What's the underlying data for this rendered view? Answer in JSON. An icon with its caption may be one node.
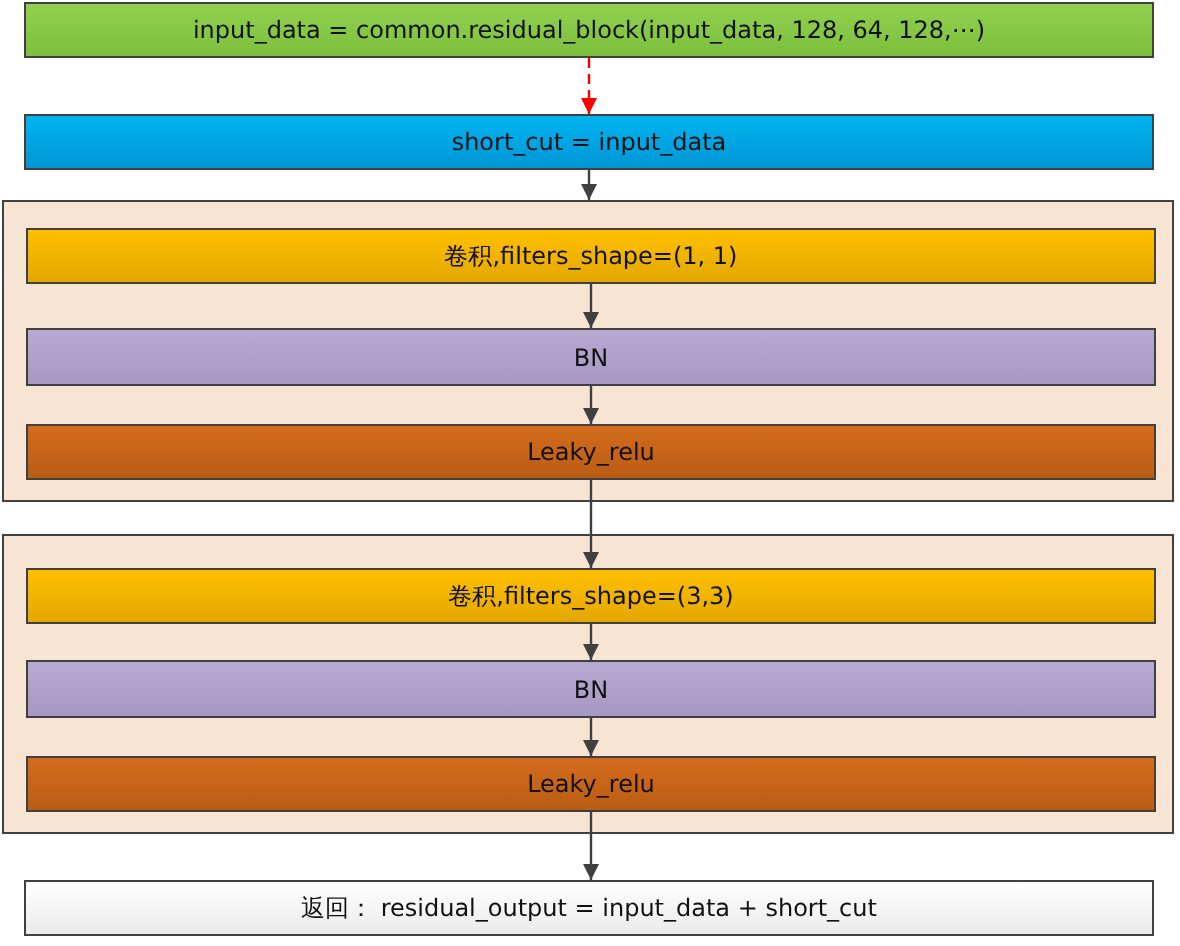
{
  "diagram": {
    "nodes": [
      {
        "text": [
          "input_data = common.residual_block(input_data,  128,  64, 128,⋯)"
        ]
      },
      {
        "text": [
          "short_cut = input_data"
        ]
      },
      {
        "text": [],
        "shape": "box"
      },
      {
        "text": [
          "卷积,filters_shape=(1, 1)"
        ],
        "in": 2
      },
      {
        "text": [
          "BN"
        ],
        "in": 2
      },
      {
        "text": [
          "Leaky_relu"
        ],
        "in": 2
      },
      {
        "text": [],
        "shape": "box"
      },
      {
        "text": [
          "卷积,filters_shape=(3,3)"
        ],
        "in": 6
      },
      {
        "text": [
          "BN"
        ],
        "in": 6
      },
      {
        "text": [
          "Leaky_relu"
        ],
        "in": 6
      },
      {
        "text": [
          "返回：  residual_output = input_data + short_cut"
        ]
      }
    ],
    "edges": [
      {
        "from": 0,
        "to": 1,
        "arrow": "to",
        "style": "dashed",
        "color": "#ff0000"
      },
      {
        "from": 1,
        "to": 2,
        "arrow": "to"
      },
      {
        "from": 3,
        "to": 4,
        "arrow": "to"
      },
      {
        "from": 4,
        "to": 5,
        "arrow": "to"
      },
      {
        "from": 5,
        "to": 7,
        "arrow": "to"
      },
      {
        "from": 7,
        "to": 8,
        "arrow": "to"
      },
      {
        "from": 8,
        "to": 9,
        "arrow": "to"
      },
      {
        "from": 9,
        "to": 10,
        "arrow": "to"
      }
    ]
  }
}
